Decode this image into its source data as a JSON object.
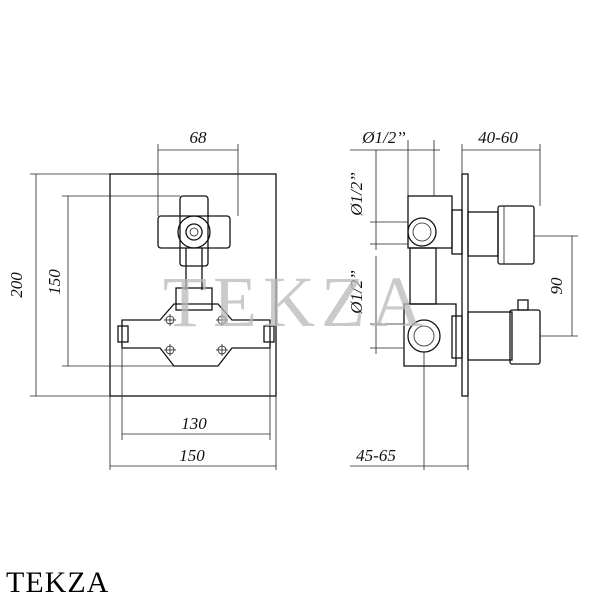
{
  "front_view": {
    "dims": {
      "top_width": "68",
      "inner_width": "130",
      "outer_width": "150",
      "height_outer": "200",
      "height_inner": "150"
    }
  },
  "side_view": {
    "dims": {
      "pipe_top": "Ø1/2’’",
      "pipe_mid": "Ø1/2’’",
      "pipe_low": "Ø1/2’’",
      "depth_top": "40-60",
      "depth_bottom": "45-65",
      "spacing": "90"
    }
  },
  "watermark": "TEKZA",
  "brand": "TEKZA"
}
